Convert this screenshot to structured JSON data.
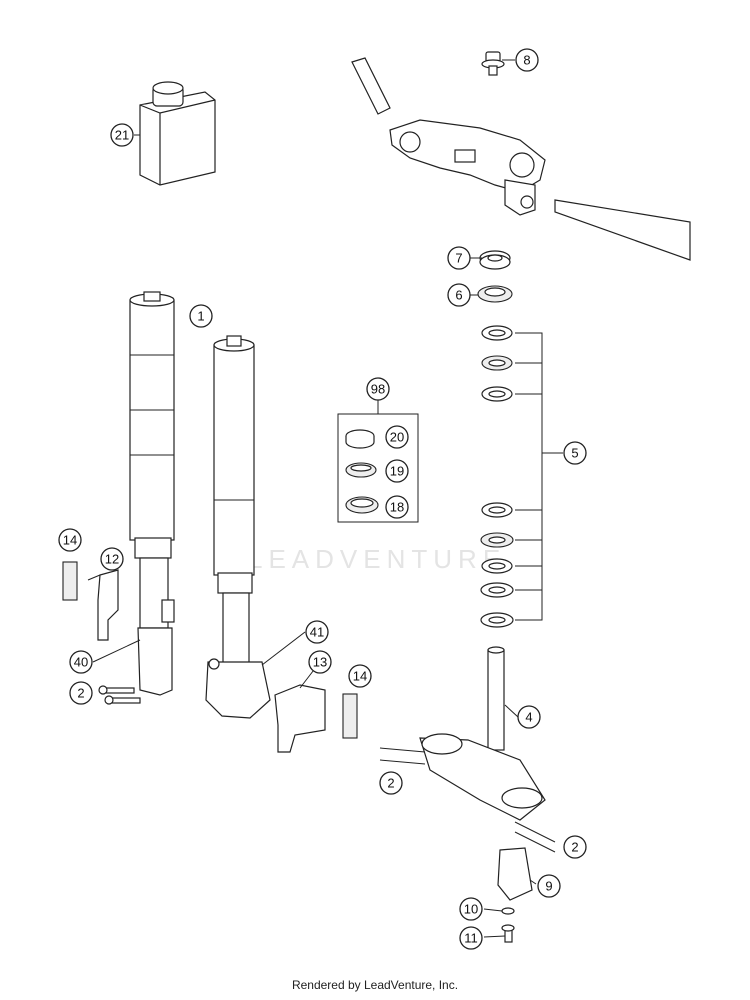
{
  "watermark": "LEADVENTURE",
  "footer": "Rendered by LeadVenture, Inc.",
  "callouts": {
    "c1": "1",
    "c2a": "2",
    "c2b": "2",
    "c2c": "2",
    "c4": "4",
    "c5": "5",
    "c6": "6",
    "c7": "7",
    "c8": "8",
    "c9": "9",
    "c10": "10",
    "c11": "11",
    "c12": "12",
    "c13": "13",
    "c14a": "14",
    "c14b": "14",
    "c18": "18",
    "c19": "19",
    "c20": "20",
    "c21": "21",
    "c40": "40",
    "c41": "41",
    "c98": "98"
  }
}
